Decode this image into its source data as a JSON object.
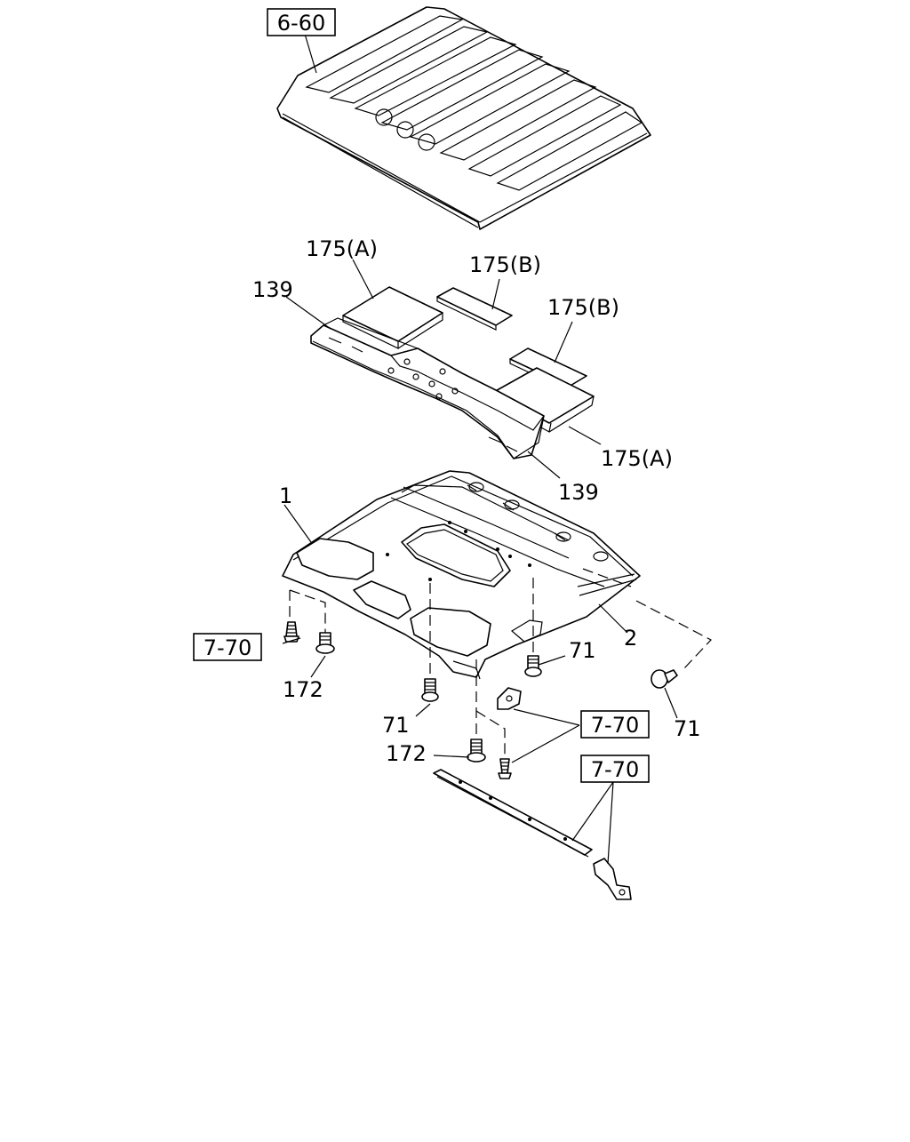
{
  "refs": {
    "r660": "6-60",
    "r770_a": "7-70",
    "r770_b": "7-70",
    "r770_c": "7-70"
  },
  "labels": {
    "p175a_top": "175(A)",
    "p175b_top": "175(B)",
    "p175b_right": "175(B)",
    "p139_top": "139",
    "p175a_right": "175(A)",
    "p139_bottom": "139",
    "p1": "1",
    "p2": "2",
    "p71_right": "71",
    "p71_mid": "71",
    "p71_far": "71",
    "p172_left": "172",
    "p172_bottom": "172"
  }
}
